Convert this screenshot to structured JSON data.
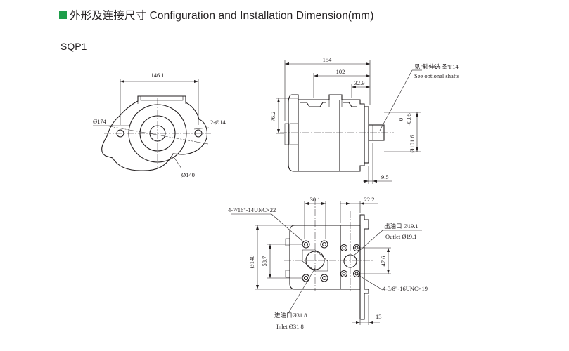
{
  "header": {
    "title": "外形及连接尺寸 Configuration and Installation Dimension(mm)",
    "accent": "#1e9e4a"
  },
  "model": "SQP1",
  "front_view": {
    "width": "146.1",
    "flange_dia": "Ø174",
    "bolt_holes": "2-Ø14",
    "pilot": "Ø140"
  },
  "side_view": {
    "overall": "154",
    "mid": "102",
    "cover": "32.9",
    "height": "76.2",
    "shaft_note_cn": "见\"轴伸选择\"P14",
    "shaft_note_en": "See optional shafts",
    "shaft_tol_a": "0",
    "shaft_tol_b": "-0.05",
    "shaft_dia": "Ø101.6",
    "shaft_step": "9.5"
  },
  "bottom_view": {
    "port_thread_in": "4-7/16\"-14UNC×22",
    "in_spacing": "30.1",
    "out_offset": "22.2",
    "outlet_cn": "出油口 Ø19.1",
    "outlet_en": "Outlet  Ø19.1",
    "body_dia": "Ø140",
    "in_pitch": "58.7",
    "out_pitch": "47.6",
    "port_thread_out": "4-3/8\"-16UNC×19",
    "inlet_cn": "进油口Ø31.8",
    "inlet_en": "Inlet Ø31.8",
    "flange_thk": "13"
  }
}
